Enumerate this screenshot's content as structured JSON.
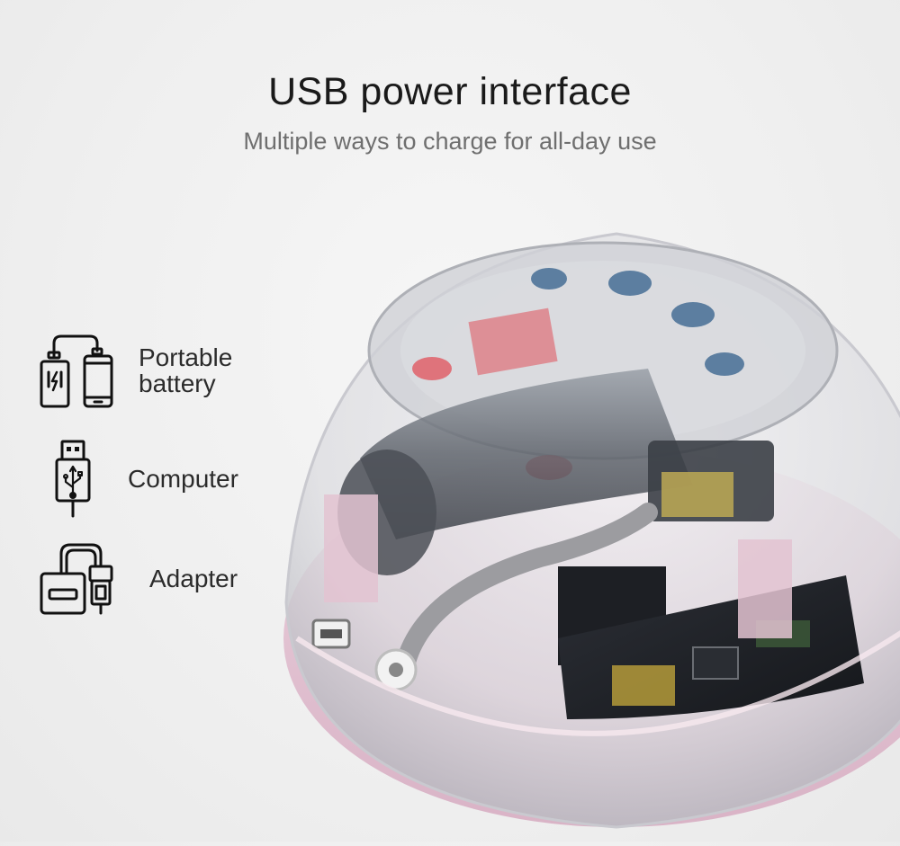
{
  "header": {
    "title": "USB power interface",
    "subtitle": "Multiple ways to charge for all-day use"
  },
  "features": [
    {
      "line1": "Portable",
      "line2": "battery",
      "icon": "power-bank-phone-icon"
    },
    {
      "line1": "Computer",
      "icon": "usb-plug-icon"
    },
    {
      "line1": "Adapter",
      "icon": "usb-adapter-icon"
    }
  ],
  "product": {
    "icon": "breast-pump-cutaway-image",
    "accent_pink": "#e6c3d4",
    "accent_blue": "#3c6690",
    "accent_red": "#e0505a"
  }
}
